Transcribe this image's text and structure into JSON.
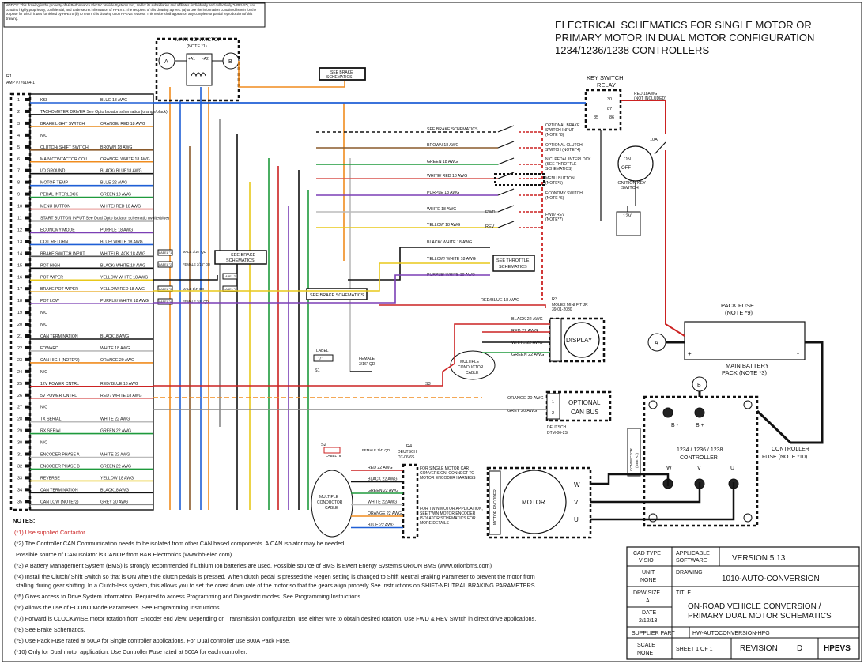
{
  "notice": {
    "text": "NOTICE: This drawing is the property of Hi Performance Electric Vehicle Systems Inc., and/or its subsidiaries and affiliates (individually and collectively \"HPEVS\"), and contains highly proprietary, confidential, and trade secret information of HPEVS. The recipient of this drawing agrees: (a) to use the information contained herein for the purpose for which it was furnished by HPEVS (b) to return this drawing upon HPEVS request. This notice shall appear on any complete or partial reproduction of this drawing."
  },
  "header": {
    "title1": "ELECTRICAL SCHEMATICS FOR SINGLE MOTOR OR",
    "title2": "PRIMARY MOTOR IN DUAL MOTOR CONFIGURATION",
    "title3": "1234/1236/1238 CONTROLLERS"
  },
  "connector": {
    "label1": "R1",
    "label2": "AMP #776164-1"
  },
  "pins": [
    {
      "n": "1",
      "label": "KSI",
      "wire": "BLUE 18 AWG",
      "color": "#1f5fd6"
    },
    {
      "n": "2",
      "label": "TACHOMETER DRIVER  See Opto Isolator schematics (orange/black)",
      "wire": "",
      "color": "#111111"
    },
    {
      "n": "3",
      "label": "BRAKE LIGHT SWITCH",
      "wire": "ORANGE/ RED 18 AWG",
      "color": "#e88a1a"
    },
    {
      "n": "4",
      "label": "N/C",
      "wire": "",
      "color": ""
    },
    {
      "n": "5",
      "label": "CLUTCH/ SHIFT SWITCH",
      "wire": "BROWN 18 AWG",
      "color": "#8a5a2b"
    },
    {
      "n": "6",
      "label": "MAIN CONTACTOR COIL",
      "wire": "ORANGE/ WHITE 18 AWG",
      "color": "#f08c1e"
    },
    {
      "n": "7",
      "label": "I/O GROUND",
      "wire": "BLACK/ BLUE18 AWG",
      "color": "#111111"
    },
    {
      "n": "8",
      "label": "MOTOR TEMP",
      "wire": "BLUE 22 AWG",
      "color": "#1f5fd6"
    },
    {
      "n": "9",
      "label": "PEDAL INTERLOCK",
      "wire": "GREEN 18 AWG",
      "color": "#1e9a3c"
    },
    {
      "n": "10",
      "label": "MENU BUTTON",
      "wire": "WHITE/ RED 18 AWG",
      "color": "#d9534f"
    },
    {
      "n": "11",
      "label": "START BUTTON INPUT  See Dual Opto Isolator schematic (white/blue)",
      "wire": "",
      "color": "#111111"
    },
    {
      "n": "12",
      "label": "ECONOMY MODE",
      "wire": "PURPLE 18 AWG",
      "color": "#7b3fb5"
    },
    {
      "n": "13",
      "label": "COIL RETURN",
      "wire": "BLUE/ WHITE 18 AWG",
      "color": "#1f5fd6"
    },
    {
      "n": "14",
      "label": "BRAKE SWITCH INPUT",
      "wire": "WHITE/ BLACK 18 AWG",
      "color": "#555555"
    },
    {
      "n": "15",
      "label": "POT HIGH",
      "wire": "BLACK/ WHITE 18 AWG",
      "color": "#111111"
    },
    {
      "n": "16",
      "label": "POT WIPER",
      "wire": "YELLOW WHITE 18 AWG",
      "color": "#e8c81a"
    },
    {
      "n": "17",
      "label": "BRAKE POT WIPER",
      "wire": "YELLOW/ RED 18 AWG",
      "color": "#e8a81a"
    },
    {
      "n": "18",
      "label": "POT LOW",
      "wire": "PURPLE/ WHITE 18 AWG",
      "color": "#7b3fb5"
    },
    {
      "n": "19",
      "label": "N/C",
      "wire": "",
      "color": ""
    },
    {
      "n": "20",
      "label": "N/C",
      "wire": "",
      "color": ""
    },
    {
      "n": "21",
      "label": "CAN TERMINATION",
      "wire": "BLACK18 AWG",
      "color": "#111111"
    },
    {
      "n": "22",
      "label": "FOWARD",
      "wire": "WHITE 18 AWG",
      "color": "#bbbbbb"
    },
    {
      "n": "23",
      "label": "CAN HIGH (NOTE*2)",
      "wire": "ORANGE 20 AWG",
      "color": "#f08c1e"
    },
    {
      "n": "24",
      "label": "N/C",
      "wire": "",
      "color": ""
    },
    {
      "n": "25",
      "label": "12V POWER CNTRL",
      "wire": "RED/ BLUE 18 AWG",
      "color": "#cc2222"
    },
    {
      "n": "26",
      "label": "5V POWER CNTRL",
      "wire": "RED / WHITE 18 AWG",
      "color": "#cc2222"
    },
    {
      "n": "27",
      "label": "N/C",
      "wire": "",
      "color": ""
    },
    {
      "n": "28",
      "label": "TX SERIAL",
      "wire": "WHITE 22 AWG",
      "color": "#bbbbbb"
    },
    {
      "n": "29",
      "label": "RX SERIAL",
      "wire": "GREEN 22 AWG",
      "color": "#1e9a3c"
    },
    {
      "n": "30",
      "label": "N/C",
      "wire": "",
      "color": ""
    },
    {
      "n": "31",
      "label": "ENCODER PHASE A",
      "wire": "WHITE 22 AWG",
      "color": "#bbbbbb"
    },
    {
      "n": "32",
      "label": "ENCODER PHASE B",
      "wire": "GREEN 22 AWG",
      "color": "#1e9a3c"
    },
    {
      "n": "33",
      "label": "REVERSE",
      "wire": "YELLOW 18 AWG",
      "color": "#e8c81a"
    },
    {
      "n": "34",
      "label": "CAN TERMINATION",
      "wire": "BLACK18 AWG",
      "color": "#111111"
    },
    {
      "n": "35",
      "label": "CAN LOW (NOTE*2)",
      "wire": "GREY 20 AWG",
      "color": "#888888"
    }
  ],
  "main_contactor": {
    "title": "MAIN CONTACTOR",
    "note": "(NOTE *1)",
    "a": "A",
    "b": "B",
    "a1": "+A1",
    "a2": "-A2"
  },
  "see_brake_top": {
    "line1": "SEE BRAKE",
    "line2": "SCHEMATICS"
  },
  "key_switch": {
    "title1": "KEY SWITCH",
    "title2": "RELAY",
    "r30": "30",
    "r87": "87",
    "r85": "85",
    "r86": "86",
    "red": "RED 18AWG",
    "not_included": "(NOT INCLUDED)",
    "fuse": "10A",
    "on": "ON",
    "off": "OFF",
    "ignition1": "IGNITION KEY",
    "ignition2": "SWITCH",
    "battery": "12V"
  },
  "right_inputs": [
    {
      "wire": "SEE BRAKE SCHEMATICS",
      "desc": ""
    },
    {
      "wire": "BROWN 18 AWG",
      "desc": ""
    },
    {
      "wire": "GREEN 18 AWG",
      "desc": ""
    },
    {
      "wire": "WHITE/ RED 18 AWG",
      "desc": ""
    },
    {
      "wire": "PURPLE 18 AWG",
      "desc": ""
    },
    {
      "wire": "WHITE 18 AWG",
      "desc": ""
    },
    {
      "wire": "YELLOW 18 AWG",
      "desc": ""
    }
  ],
  "right_labels": {
    "optional_brake1": "OPTIONAL BRAKE",
    "optional_brake2": "SWITCH INPUT",
    "optional_brake3": "(NOTE *8)",
    "optional_clutch1": "OPTIONAL CLUTCH",
    "optional_clutch2": "SWITCH (NOTE *4)",
    "pedal_interlock1": "N.C. PEDAL INTERLOCK",
    "pedal_interlock2": "(SEE THROTTLE",
    "pedal_interlock3": "SCHEMATICS)",
    "menu1": "MENU BUTTON",
    "menu2": "(NOTE*5)",
    "economy1": "ECONOMY SWITCH",
    "economy2": "(NOTE *6)",
    "fwd": "FWD",
    "rev": "REV",
    "fwdrev1": "FWD/ REV",
    "fwdrev2": "(NOTE*7)"
  },
  "throttle": {
    "black_white": "BLACK/ WHITE 18 AWG",
    "yellow_white": "YELLOW/ WHITE 18 AWG",
    "purple_white": "PURPLE/ WHITE 18 AWG",
    "see1": "SEE THROTTLE",
    "see2": "SCHEMATICS",
    "see_brake1": "SEE BRAKE",
    "see_brake2": "SCHEMATICS",
    "see_brake_long": "SEE BRAKE SCHEMATICS",
    "male": "MALE 3/16\" QD",
    "female": "FEMALE 3/16\" QD",
    "male14": "MALE 1/4\" QD",
    "female14": "FEMALE 1/4\" QD",
    "lbl1": "LABEL \"1\"",
    "lbl2": "LABEL \"2\"",
    "lbl3": "LABEL \"3\"",
    "lbl4": "LABEL \"4\"",
    "lbl5": "LABEL \"5\"",
    "lbl6": "LABEL \"6\""
  },
  "display": {
    "r3a": "R3",
    "r3b": "MOLEX MINI FIT JR",
    "r3c": "39-01-2080",
    "red_blue": "RED/BLUE 18 AWG",
    "black22": "BLACK 22 AWG",
    "red22": "RED 22 AWG",
    "white22": "WHITE 22 AWG",
    "green22": "GREEN 22 AWG",
    "title": "DISPLAY",
    "cable1": "MULTIPLE",
    "cable2": "CONDUCTOR",
    "cable3": "CABLE",
    "label7a": "LABEL",
    "label7b": "\"7\"",
    "female": "FEMALE",
    "female2": "3/16\" QD",
    "s1": "S1",
    "s3": "S3"
  },
  "canbus": {
    "orange": "ORANGE 20 AWG",
    "grey": "GREY 20 AWG",
    "title1": "OPTIONAL",
    "title2": "CAN BUS",
    "deutsch1": "DEUTSCH",
    "deutsch2": "DTM-06-2S",
    "p1": "1",
    "p2": "2"
  },
  "encoder": {
    "s2": "S2",
    "label8": "LABEL \"8\"",
    "female14": "FEMALE 1/4\" QD",
    "r4a": "R4",
    "r4b": "DEUTSCH",
    "r4c": "DT-06-6S",
    "cable1": "MULTIPLE",
    "cable2": "CONDUCTOR",
    "cable3": "CABLE",
    "wires": [
      "RED 22 AWG",
      "BLACK 22 AWG",
      "GREEN 22 AWG",
      "WHITE 22 AWG",
      "ORANGE 22 AWG",
      "BLUE 22 AWG"
    ],
    "note_single": "FOR SINGLE MOTOR CAR CONVERSION, CONNECT TO MOTOR ENCODER HARNESS",
    "note_twin": "FOR TWIN MOTOR APPLICATION, SEE TWIN MOTOR ENCODER ISOLATOR SCHEMATICS FOR MORE DETAILS"
  },
  "motor": {
    "title": "MOTOR",
    "encoder": "MOTOR ENCODER",
    "w": "W",
    "v": "V",
    "u": "U"
  },
  "controller": {
    "title1": "1234 / 1236 / 1238",
    "title2": "CONTROLLER",
    "bminus": "B -",
    "bplus": "B +",
    "w": "W",
    "v": "V",
    "u": "U",
    "b": "B",
    "connector1": "CONNECTOR",
    "connector2": "(SEE R1)",
    "fuse1": "CONTROLLER",
    "fuse2": "FUSE  (NOTE *10)"
  },
  "pack": {
    "fuse1": "PACK FUSE",
    "fuse2": "(NOTE *9)",
    "battery1": "MAIN BATTERY",
    "battery2": "PACK  (NOTE *3)",
    "a": "A",
    "plus": "+",
    "minus": "-"
  },
  "notes": {
    "title": "NOTES:",
    "n1": "(*1) Use supplied Contactor.",
    "n2": "(*2) The Controller CAN Communication needs to be isolated from other CAN based components.  A CAN isolator may be needed.",
    "n2b": "Possible source of CAN Isolator is CANOP from B&B Electronics (www.bb-elec.com)",
    "n3": "(*3)  A Battery Management System (BMS) is strongly recommended if Lithium Ion batteries are used.  Possible source of BMS is Ewert Energy System's ORION BMS (www.orionbms.com)",
    "n4": "(*4)  Install the Clutch/ Shift Switch so that is ON when the clutch pedals is pressed.  When clutch pedal is pressed the Regen setting is changed to Shift Neutral Braking Parameter to prevent the motor from",
    "n4b": "stalling during gear shifting.  In a Clutch-less  system, this allows you to set the coast down rate of the motor so that the gears align properly See Instructions on SHIFT-NEUTRAL BRAKING PARAMETERS.",
    "n5": "(*5) Gives access to Drive System Information.  Required to access Programming and Diagnostic modes.  See Programming Instructions.",
    "n6": "(*6) Allows the use of ECONO Mode Parameters.  See Programming Instructions.",
    "n7": "(*7) Forward is CLOCKWISE motor rotation from Encoder end view.  Depending on Transmission configuration, use either wire to obtain desired rotation.  Use FWD & REV Switch in direct drive applications.",
    "n8": "(*8) See Brake Schematics.",
    "n9": "(*9) Use Pack Fuse rated at 500A for Single controller applications.  For Dual controller use 800A Pack Fuse.",
    "n10": "(*10) Only for Dual motor application.  Use Controller Fuse rated at 500A for each controller."
  },
  "titleblock": {
    "cad_type": "CAD TYPE",
    "visio": "VISIO",
    "applicable": "APPLICABLE",
    "software": "SOFTWARE",
    "version": "VERSION 5.13",
    "unit": "UNIT",
    "none": "NONE",
    "drawing": "DRAWING",
    "drawing_no": "1010-AUTO-CONVERSION",
    "drw_size": "DRW SIZE",
    "size": "A",
    "title_lbl": "TITLE",
    "date_lbl": "DATE",
    "date": "2/12/13",
    "title1": "ON-ROAD VEHICLE CONVERSION /",
    "title2": "PRIMARY DUAL MOTOR SCHEMATICS",
    "supplier_part": "SUPPLIER PART",
    "supplier_val": "HW-AUTOCONVERSION-HPG",
    "scale": "SCALE",
    "scale_val": "NONE",
    "sheet": "SHEET  1  OF  1",
    "revision": "REVISION",
    "rev": "D",
    "company": "HPEVS"
  }
}
